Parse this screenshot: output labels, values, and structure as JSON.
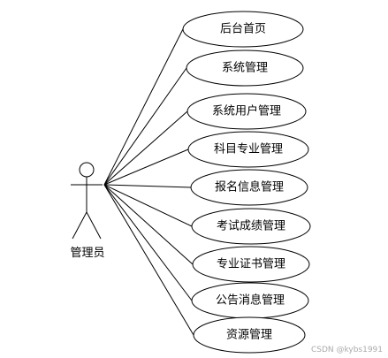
{
  "actor": {
    "label": "管理员",
    "icon": "stick-figure-actor-icon"
  },
  "use_cases": [
    {
      "id": "home",
      "label": "后台首页"
    },
    {
      "id": "system",
      "label": "系统管理"
    },
    {
      "id": "system-user",
      "label": "系统用户管理"
    },
    {
      "id": "subject-major",
      "label": "科目专业管理"
    },
    {
      "id": "registration",
      "label": "报名信息管理"
    },
    {
      "id": "exam-score",
      "label": "考试成绩管理"
    },
    {
      "id": "certificate",
      "label": "专业证书管理"
    },
    {
      "id": "notice",
      "label": "公告消息管理"
    },
    {
      "id": "resource",
      "label": "资源管理"
    }
  ],
  "watermark": "CSDN @kybs1991",
  "colors": {
    "stroke": "#000000",
    "background": "#ffffff",
    "watermark": "#aaaaaa"
  }
}
